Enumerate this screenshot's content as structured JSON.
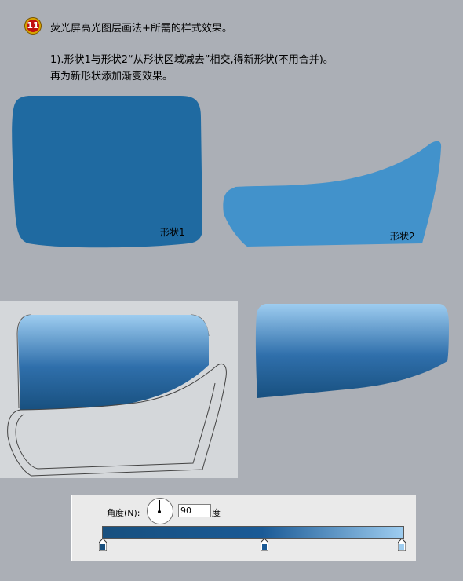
{
  "step": {
    "number": "11"
  },
  "title": "荧光屏高光图层画法+所需的样式效果。",
  "description": {
    "line1": "1).形状1与形状2“从形状区域减去”相交,得新形状(不用合并)。",
    "line2": "再为新形状添加渐变效果。"
  },
  "shapes": {
    "shape1": {
      "label": "形状1",
      "color": "#1f6aa1"
    },
    "shape2": {
      "label": "形状2",
      "color": "#4292cb"
    }
  },
  "gradient_dialog": {
    "angle_label": "角度(N):",
    "angle_value": "90",
    "angle_unit": "度",
    "stops": [
      {
        "position": 0,
        "color": "#18507f",
        "icon": "color-stop-icon"
      },
      {
        "position": 54,
        "color": "#1a5a96",
        "icon": "color-stop-icon"
      },
      {
        "position": 100,
        "color": "#9ecdf0",
        "icon": "color-stop-icon"
      }
    ]
  },
  "colors": {
    "background": "#abafb6",
    "panel": "#d4d7da",
    "gradient_top": "#9ecdf0",
    "gradient_bottom": "#18507f"
  }
}
